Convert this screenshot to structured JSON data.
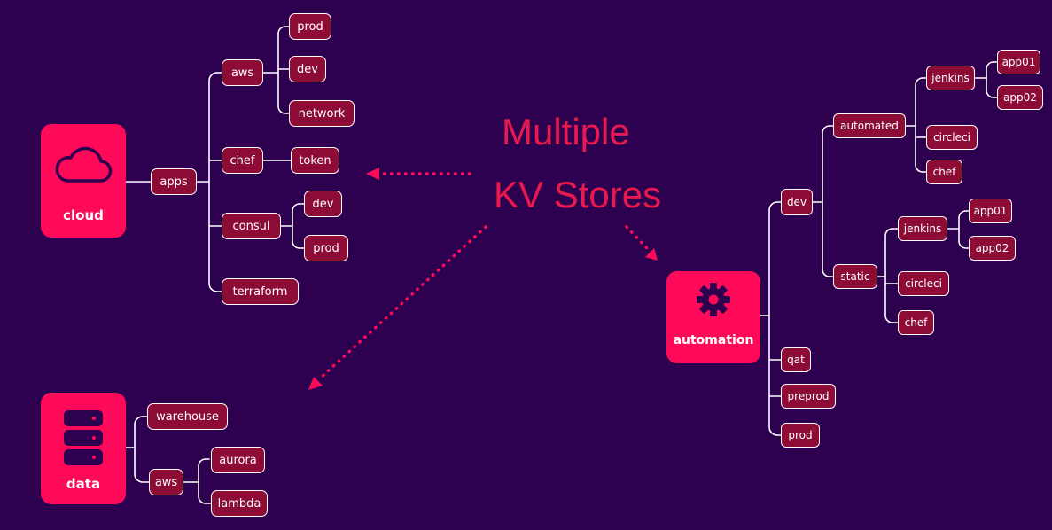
{
  "title": {
    "line1": "Multiple",
    "line2": "KV Stores"
  },
  "colors": {
    "background": "#2d0050",
    "accent": "#ff0a59",
    "node": "#8c0c35",
    "title": "#e8194f"
  },
  "stores": {
    "cloud": {
      "label": "cloud",
      "icon": "cloud-icon"
    },
    "data": {
      "label": "data",
      "icon": "database-icon"
    },
    "automation": {
      "label": "automation",
      "icon": "gear-icon"
    }
  },
  "cloud": {
    "apps": "apps",
    "aws": "aws",
    "aws_prod": "prod",
    "aws_dev": "dev",
    "aws_network": "network",
    "chef": "chef",
    "chef_token": "token",
    "consul": "consul",
    "consul_dev": "dev",
    "consul_prod": "prod",
    "terraform": "terraform"
  },
  "data": {
    "warehouse": "warehouse",
    "aws": "aws",
    "aurora": "aurora",
    "lambda": "lambda"
  },
  "automation": {
    "dev": "dev",
    "automated": "automated",
    "auto_jenkins": "jenkins",
    "auto_app01": "app01",
    "auto_app02": "app02",
    "auto_circleci": "circleci",
    "auto_chef": "chef",
    "static": "static",
    "static_jenkins": "jenkins",
    "static_app01": "app01",
    "static_app02": "app02",
    "static_circleci": "circleci",
    "static_chef": "chef",
    "qat": "qat",
    "preprod": "preprod",
    "prod": "prod"
  }
}
